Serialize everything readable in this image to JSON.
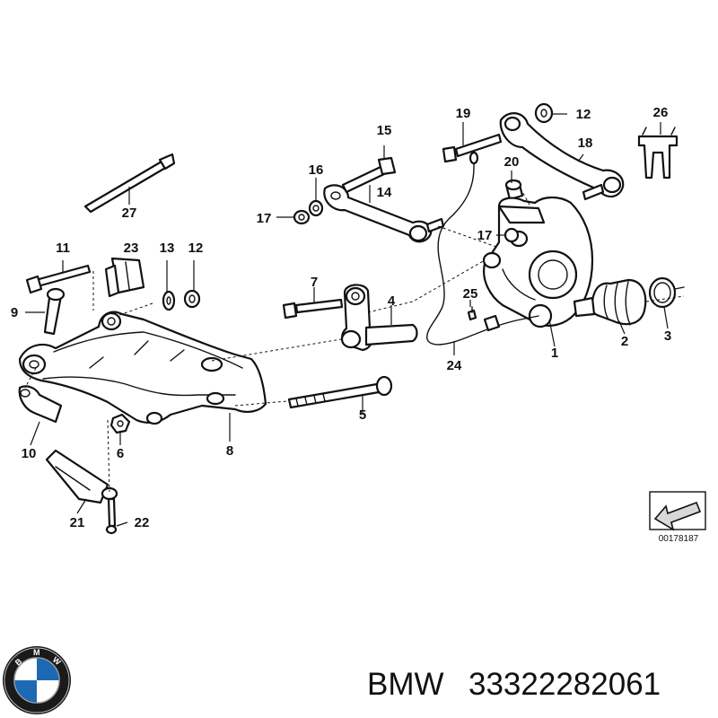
{
  "diagram": {
    "part_numbers": [
      "1",
      "2",
      "3",
      "4",
      "5",
      "6",
      "7",
      "8",
      "9",
      "10",
      "11",
      "12",
      "13",
      "14",
      "15",
      "16",
      "17",
      "18",
      "19",
      "20",
      "21",
      "22",
      "23",
      "24",
      "25",
      "26",
      "27"
    ],
    "extra_labels": {
      "p12b": "12",
      "p17b": "17"
    },
    "reference_code": "00178187"
  },
  "caption": {
    "brand": "BMW",
    "part_number": "33322282061"
  },
  "logo": {
    "letters": "BMW",
    "colors": {
      "ring": "#1a1a1a",
      "blue": "#1c69b4",
      "white": "#ffffff"
    }
  }
}
